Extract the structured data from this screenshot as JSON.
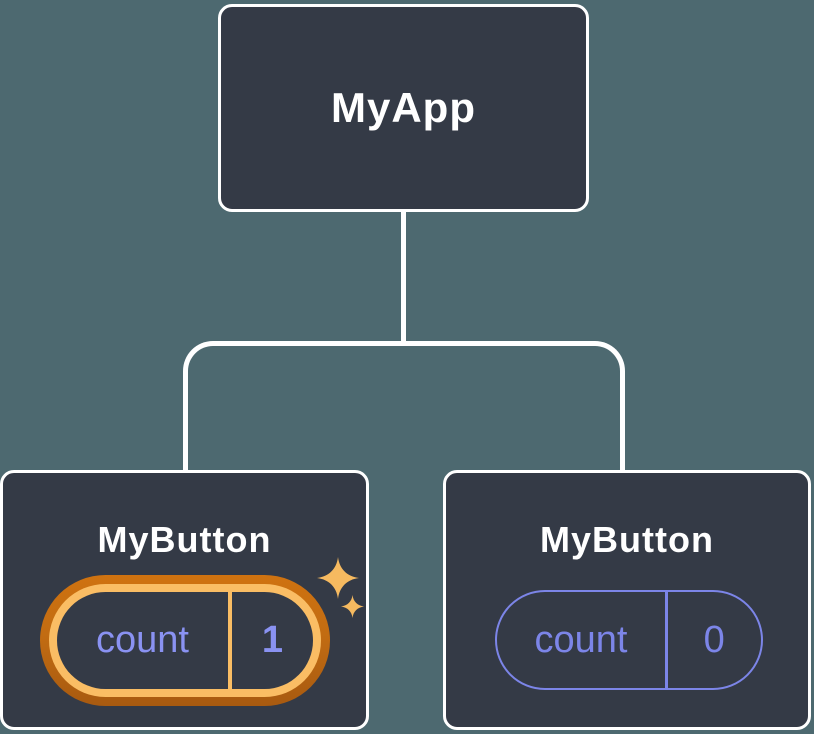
{
  "diagram": {
    "description": "React component tree with state",
    "background_color": "#4d6970",
    "node_fill_color": "#343a46",
    "node_border_color": "#ffffff",
    "connector_color": "#ffffff",
    "root": {
      "label": "MyApp"
    },
    "children": [
      {
        "label": "MyButton",
        "state": {
          "key": "count",
          "value": "1"
        },
        "highlighted": true,
        "highlight_ring_outer_color": "#c26c12",
        "highlight_ring_inner_color": "#fabd64",
        "state_text_color": "#8a92f2",
        "sparkles_color": "#f6ba60"
      },
      {
        "label": "MyButton",
        "state": {
          "key": "count",
          "value": "0"
        },
        "highlighted": false,
        "pill_border_color": "#7c85e8",
        "state_text_color": "#7c85e8"
      }
    ]
  }
}
